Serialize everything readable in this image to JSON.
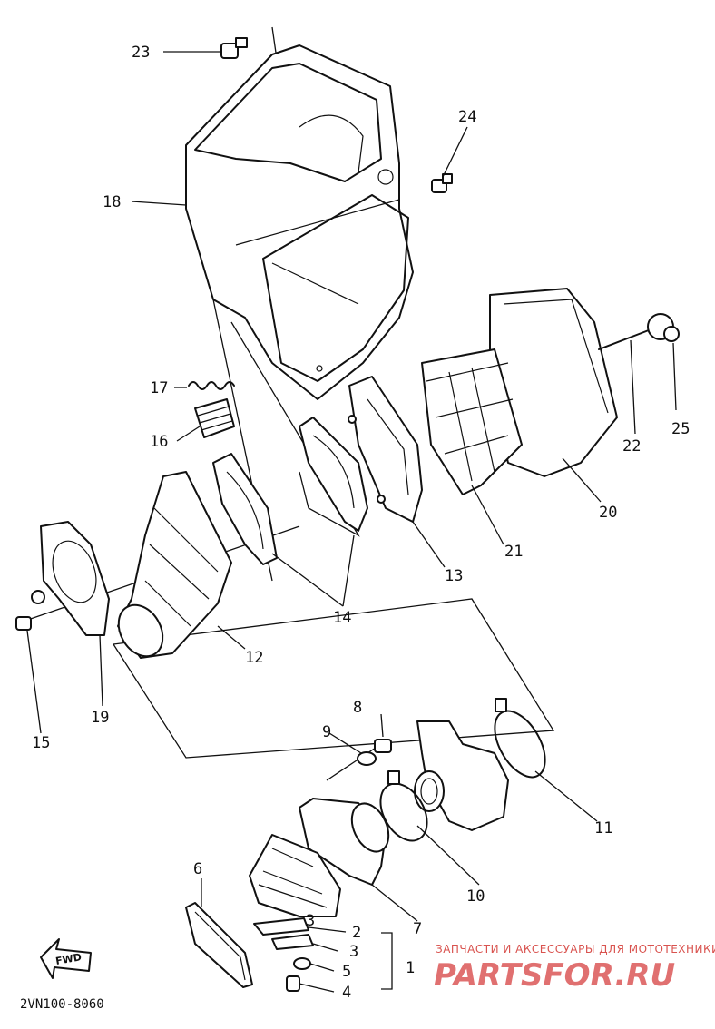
{
  "diagram_code": "2VN100-8060",
  "watermark": {
    "tagline": "ЗАПЧАСТИ И АКСЕССУАРЫ ДЛЯ МОТОТЕХНИКИ",
    "logo": "PARTSFOR.RU"
  },
  "fwd_label": "FWD",
  "callouts": {
    "c1": "1",
    "c2": "2",
    "c3a": "3",
    "c3b": "3",
    "c4": "4",
    "c5": "5",
    "c6": "6",
    "c7": "7",
    "c8": "8",
    "c9": "9",
    "c10": "10",
    "c11": "11",
    "c12": "12",
    "c13": "13",
    "c14": "14",
    "c15": "15",
    "c16": "16",
    "c17": "17",
    "c18": "18",
    "c19": "19",
    "c20": "20",
    "c21": "21",
    "c22": "22",
    "c23": "23",
    "c24": "24",
    "c25": "25"
  }
}
